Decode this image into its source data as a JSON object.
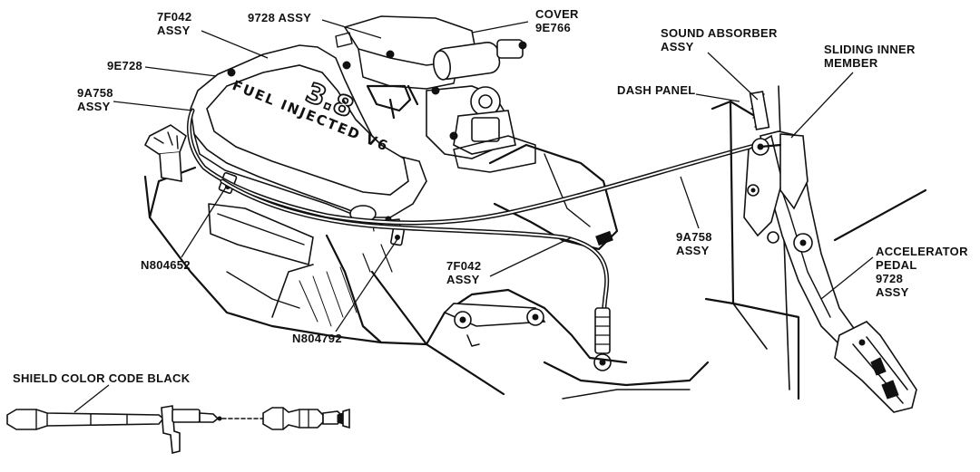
{
  "labels": {
    "l7f042_top": [
      "7F042",
      "ASSY"
    ],
    "l9728_assy": [
      "9728 ASSY"
    ],
    "cover": [
      "COVER",
      "9E766"
    ],
    "l9e728": [
      "9E728"
    ],
    "l9a758_left": [
      "9A758",
      "ASSY"
    ],
    "n804652": [
      "N804652"
    ],
    "n804792": [
      "N804792"
    ],
    "l7f042_mid": [
      "7F042",
      "ASSY"
    ],
    "l9a758_right": [
      "9A758",
      "ASSY"
    ],
    "sound_absorber": [
      "SOUND ABSORBER",
      "ASSY"
    ],
    "sliding_inner": [
      "SLIDING INNER",
      "MEMBER"
    ],
    "dash_panel": [
      "DASH PANEL"
    ],
    "accelerator": [
      "ACCELERATOR",
      "PEDAL",
      "9728",
      "ASSY"
    ],
    "shield": [
      "SHIELD COLOR CODE BLACK"
    ]
  },
  "engine_text": {
    "brand": "FUEL INJECTED V6",
    "displacement": "3.8"
  }
}
